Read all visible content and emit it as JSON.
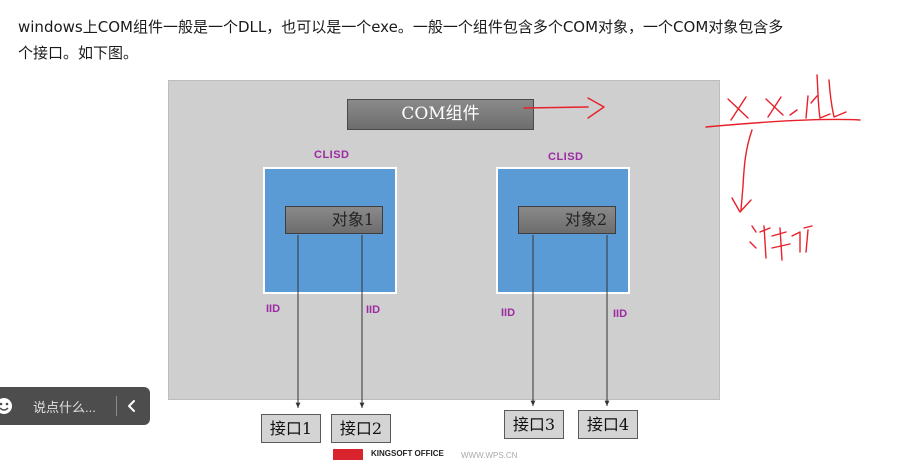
{
  "article": {
    "line1": "windows上COM组件一般是一个DLL，也可以是一个exe。一般一个组件包含多个COM对象，一个COM对象包含多",
    "line2": "个接口。如下图。"
  },
  "diagram": {
    "component_label": "COM组件",
    "objects": [
      {
        "clsid_label": "CLISD",
        "name": "对象1",
        "iid_labels": [
          "IID",
          "IID"
        ],
        "interfaces": [
          "接口1",
          "接口2"
        ]
      },
      {
        "clsid_label": "CLISD",
        "name": "对象2",
        "iid_labels": [
          "IID",
          "IID"
        ],
        "interfaces": [
          "接口3",
          "接口4"
        ]
      }
    ],
    "footer": {
      "brand": "KINGSOFT OFFICE",
      "url": "WWW.WPS.CN"
    }
  },
  "comment_bar": {
    "placeholder": "说点什么...",
    "emoji_icon": "smiley-icon",
    "collapse_icon": "chevron-left-icon"
  },
  "colors": {
    "annotation_ink": "#e8202a",
    "label_purple": "#9c2aa3",
    "object_blue": "#5b9bd5"
  }
}
